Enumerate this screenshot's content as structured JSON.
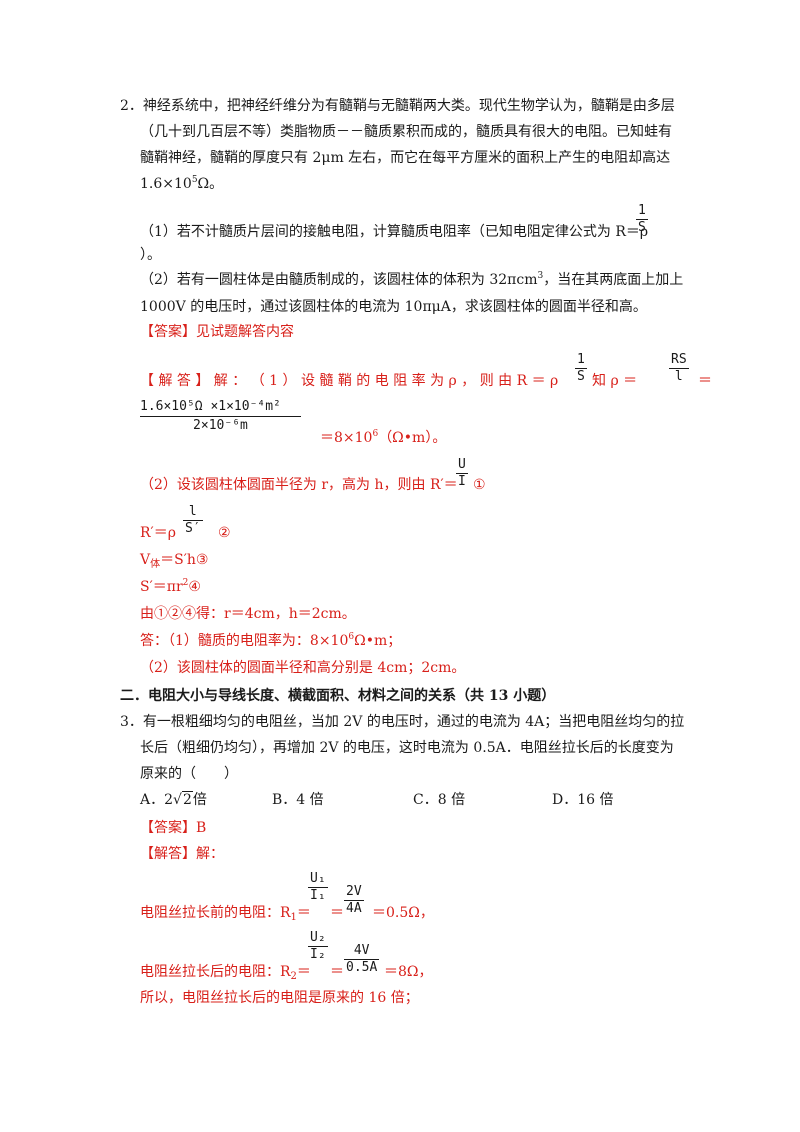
{
  "q2": {
    "line1": "2．神经系统中，把神经纤维分为有髓鞘与无髓鞘两大类。现代生物学认为，髓鞘是由多层",
    "line2": "（几十到几百层不等）类脂物质－－髓质累积而成的，髓质具有很大的电阻。已知蛙有",
    "line3": "髓鞘神经，髓鞘的厚度只有 2μm 左右，而它在每平方厘米的面积上产生的电阻却高达",
    "line4_pre": "1.6×10",
    "line4_sup": "5",
    "line4_post": "Ω。",
    "sub1_text": "（1）若不计髓质片层间的接触电阻，计算髓质电阻率（已知电阻定律公式为 R＝ρ",
    "sub1_num": "1",
    "sub1_den": "S",
    "sub1_end": "）。",
    "sub2_line1_pre": "（2）若有一圆柱体是由髓质制成的，该圆柱体的体积为 32πcm",
    "sub2_line1_sup": "3",
    "sub2_line1_post": "，当在其两底面上加上",
    "sub2_line2": "1000V 的电压时，通过该圆柱体的电流为 10πμA，求该圆柱体的圆面半径和高。",
    "answer": "【答案】见试题解答内容",
    "sol_line1": "【 解 答 】 解 ： （ 1 ） 设 髓 鞘 的 电 阻 率 为 ρ ， 则 由 R ＝ ρ",
    "sol_f1_num": "1",
    "sol_f1_den": "S",
    "sol_know": "知 ρ ＝",
    "sol_f2_num": "RS",
    "sol_f2_den": "l",
    "sol_eq": "＝",
    "big_num": "1.6×10⁵Ω ×1×10⁻⁴m²",
    "big_den": "2×10⁻⁶m",
    "big_result_pre": "＝8×10",
    "big_result_sup": "6",
    "big_result_post": "（Ω•m）。",
    "step2_text": "（2）设该圆柱体圆面半径为 r，高为 h，则由 R′＝",
    "step2_num": "U",
    "step2_den": "I",
    "step2_mark": "①",
    "eq2_pre": "R′＝ρ",
    "eq2_num": "l",
    "eq2_den": "S′",
    "eq2_mark": "②",
    "eq3_pre": "V",
    "eq3_sub": "体",
    "eq3_post": "＝S′h③",
    "eq4_pre": "S′＝πr",
    "eq4_sup": "2",
    "eq4_mark": "④",
    "result": "由①②④得：r＝4cm，h＝2cm。",
    "final1_pre": "答：（1）髓质的电阻率为：8×10",
    "final1_sup": "6",
    "final1_post": "Ω•m；",
    "final2": "（2）该圆柱体的圆面半径和高分别是 4cm；2cm。"
  },
  "section": {
    "heading": "二．电阻大小与导线长度、横截面积、材料之间的关系（共 13 小题）"
  },
  "q3": {
    "line1": "3．有一根粗细均匀的电阻丝，当加 2V 的电压时，通过的电流为 4A；当把电阻丝均匀的拉",
    "line2": "长后（粗细仍均匀），再增加 2V 的电压，这时电流为 0.5A．电阻丝拉长后的长度变为",
    "line3": "原来的（　　）",
    "optA_label": "A．2",
    "optA_rad": "2",
    "optA_post": "倍",
    "optB": "B．4 倍",
    "optC": "C．8 倍",
    "optD": "D．16 倍",
    "answer": "【答案】B",
    "sol_head": "【解答】解：",
    "r1_text": "电阻丝拉长前的电阻：R",
    "r1_sub": "1",
    "r1_eq": "＝",
    "r1_f1_num": "U₁",
    "r1_f1_den": "I₁",
    "r1_eq2": "＝",
    "r1_f2_num": "2V",
    "r1_f2_den": "4A",
    "r1_res": "＝0.5Ω，",
    "r2_text": "电阻丝拉长后的电阻：R",
    "r2_sub": "2",
    "r2_eq": "＝",
    "r2_f1_num": "U₂",
    "r2_f1_den": "I₂",
    "r2_eq2": "＝",
    "r2_f2_num": "4V",
    "r2_f2_den": "0.5A",
    "r2_res": "＝8Ω，",
    "conclusion": "所以，电阻丝拉长后的电阻是原来的 16 倍；"
  }
}
